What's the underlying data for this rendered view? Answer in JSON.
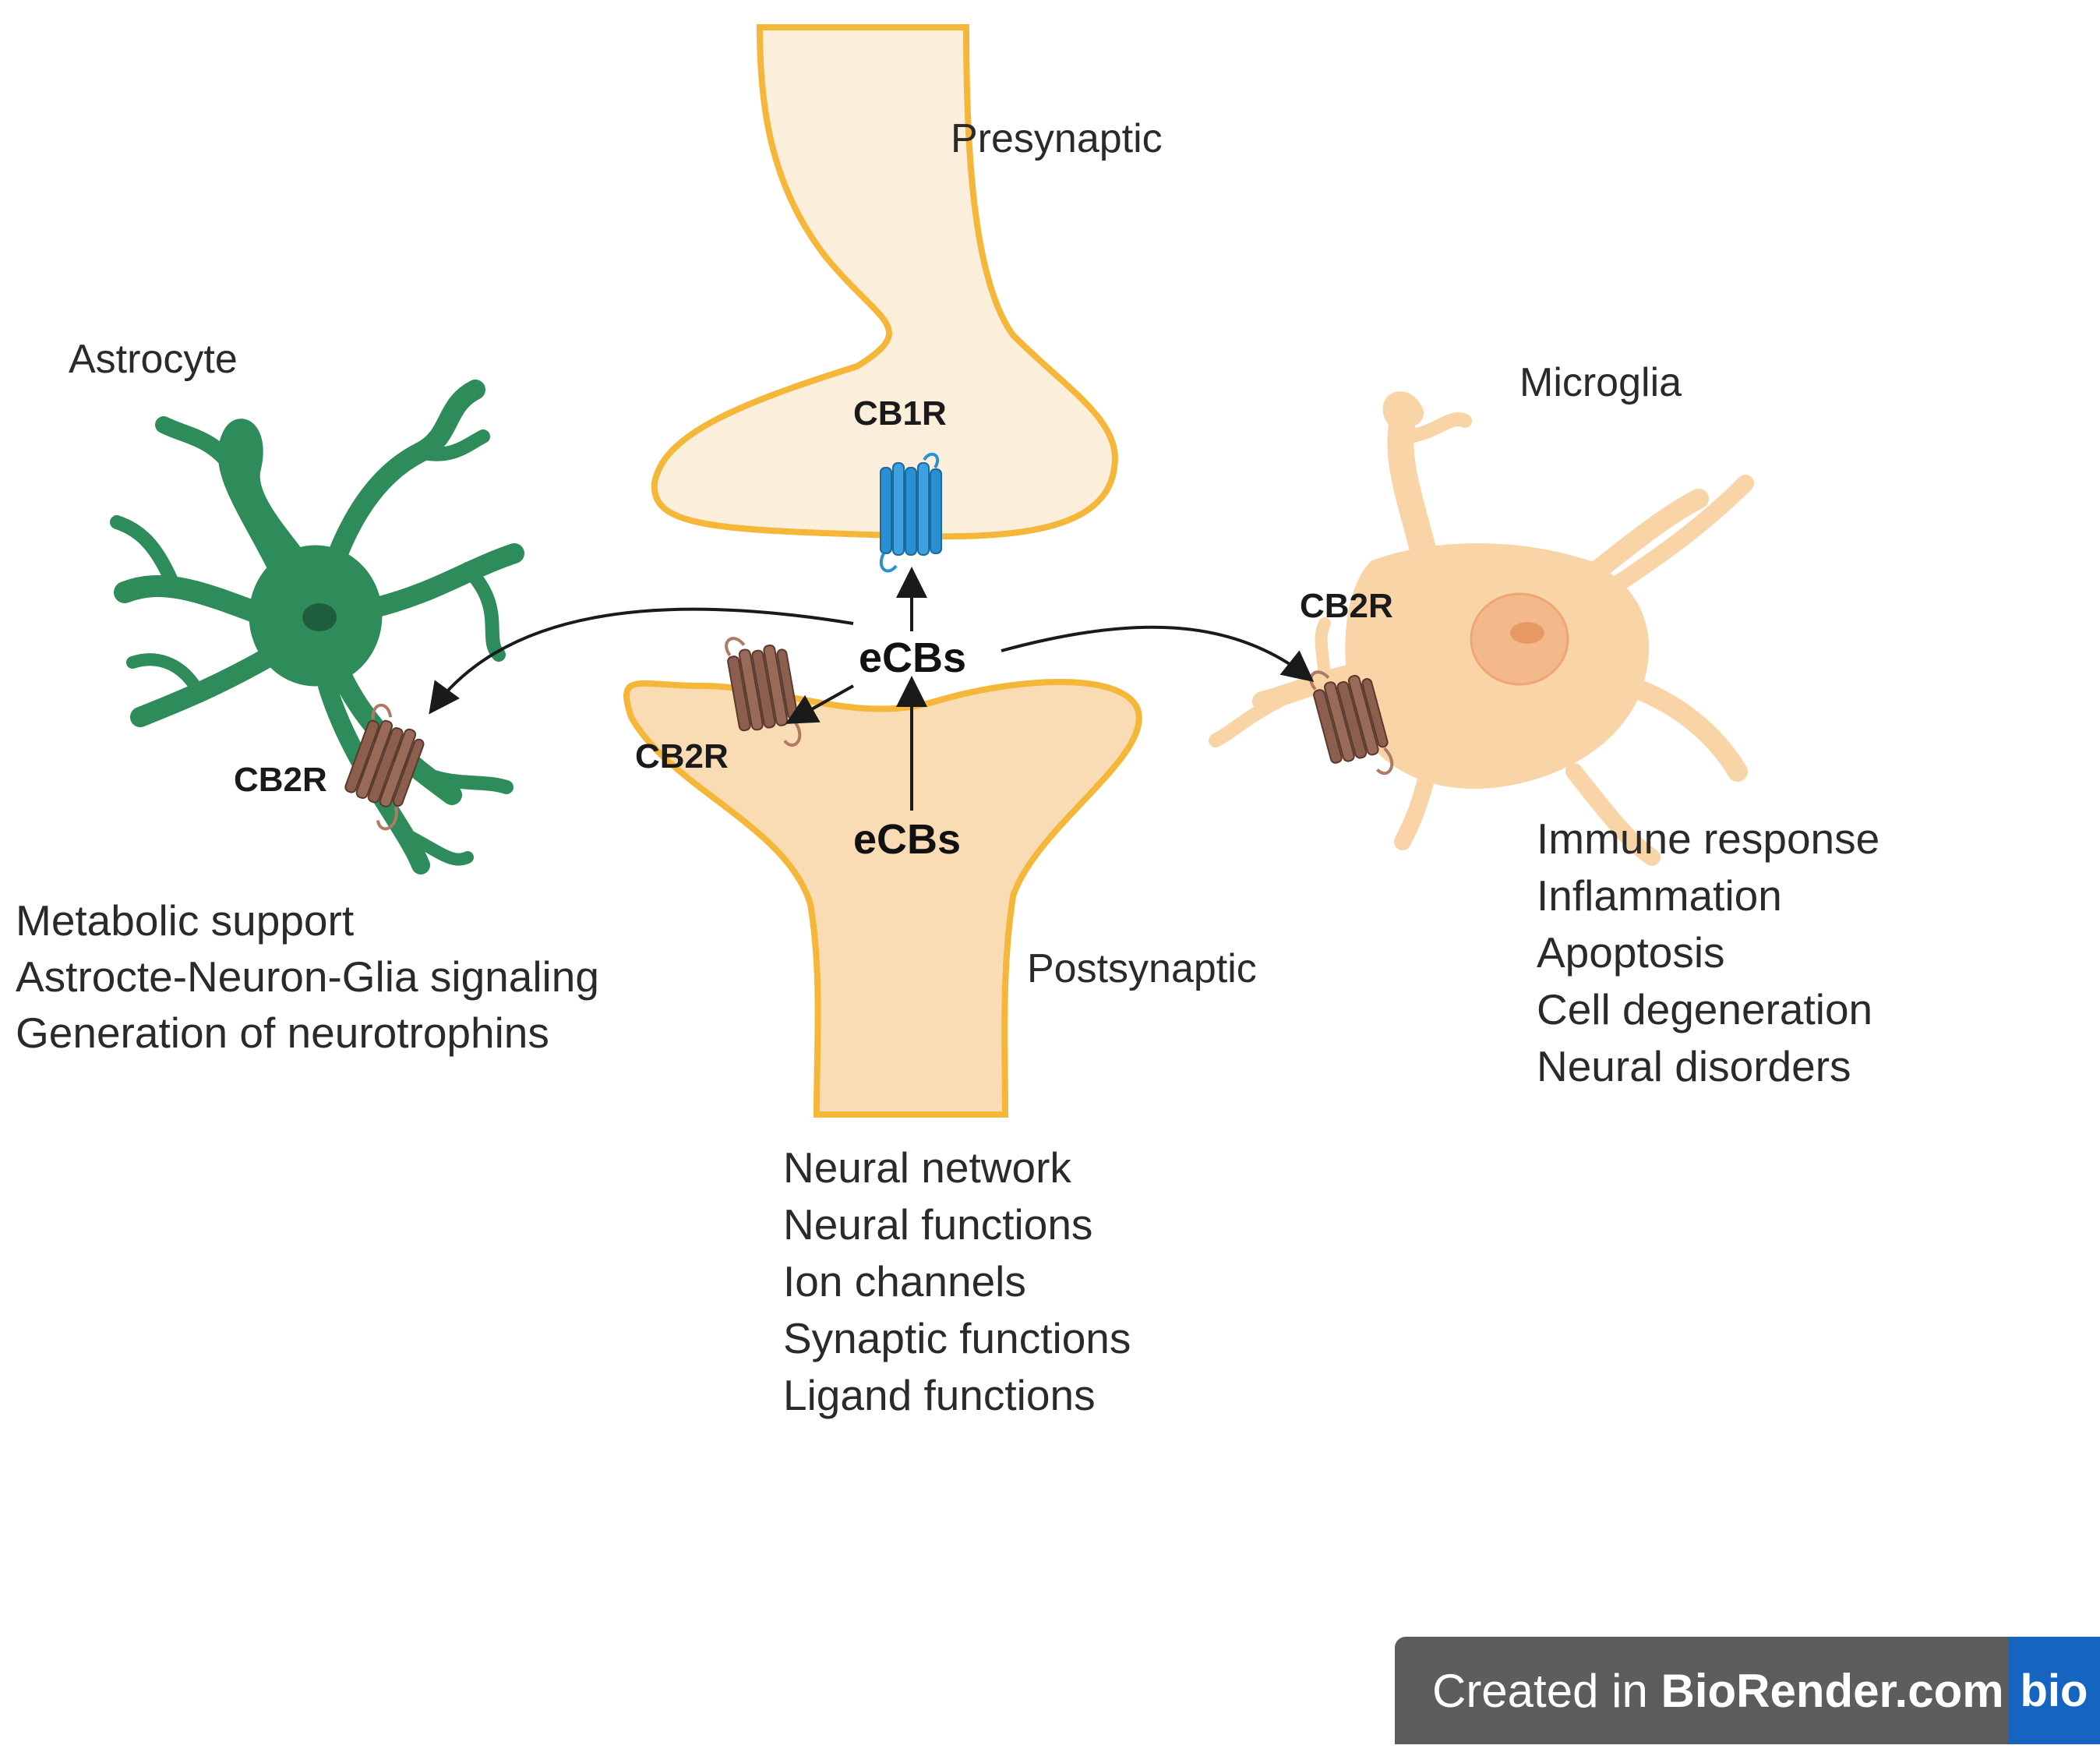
{
  "labels": {
    "presynaptic": "Presynaptic",
    "postsynaptic": "Postsynaptic",
    "astrocyte": "Astrocyte",
    "microglia": "Microglia"
  },
  "receptors": {
    "cb1r": "CB1R",
    "cb2r_astrocyte": "CB2R",
    "cb2r_post": "CB2R",
    "cb2r_microglia": "CB2R"
  },
  "ecbs": {
    "top": "eCBs",
    "bottom": "eCBs"
  },
  "astrocyte_functions": [
    "Metabolic support",
    "Astrocte-Neuron-Glia signaling",
    "Generation of neurotrophins"
  ],
  "microglia_functions": [
    "Immune response",
    "Inflammation",
    "Apoptosis",
    "Cell degeneration",
    "Neural disorders"
  ],
  "synapse_functions": [
    "Neural network",
    "Neural functions",
    "Ion channels",
    "Synaptic functions",
    "Ligand functions"
  ],
  "badge": {
    "prefix": "Created in ",
    "brand": "BioRender.com",
    "logo": "bio"
  },
  "colors": {
    "neuron_fill": "#fbefdc",
    "post_fill": "#f9dcb4",
    "neuron_outline": "#f5b73a",
    "astrocyte": "#2e8b5a",
    "microglia": "#f9d4a6",
    "cb1r": "#2b8fd0",
    "cb2r": "#8b5e4e"
  }
}
